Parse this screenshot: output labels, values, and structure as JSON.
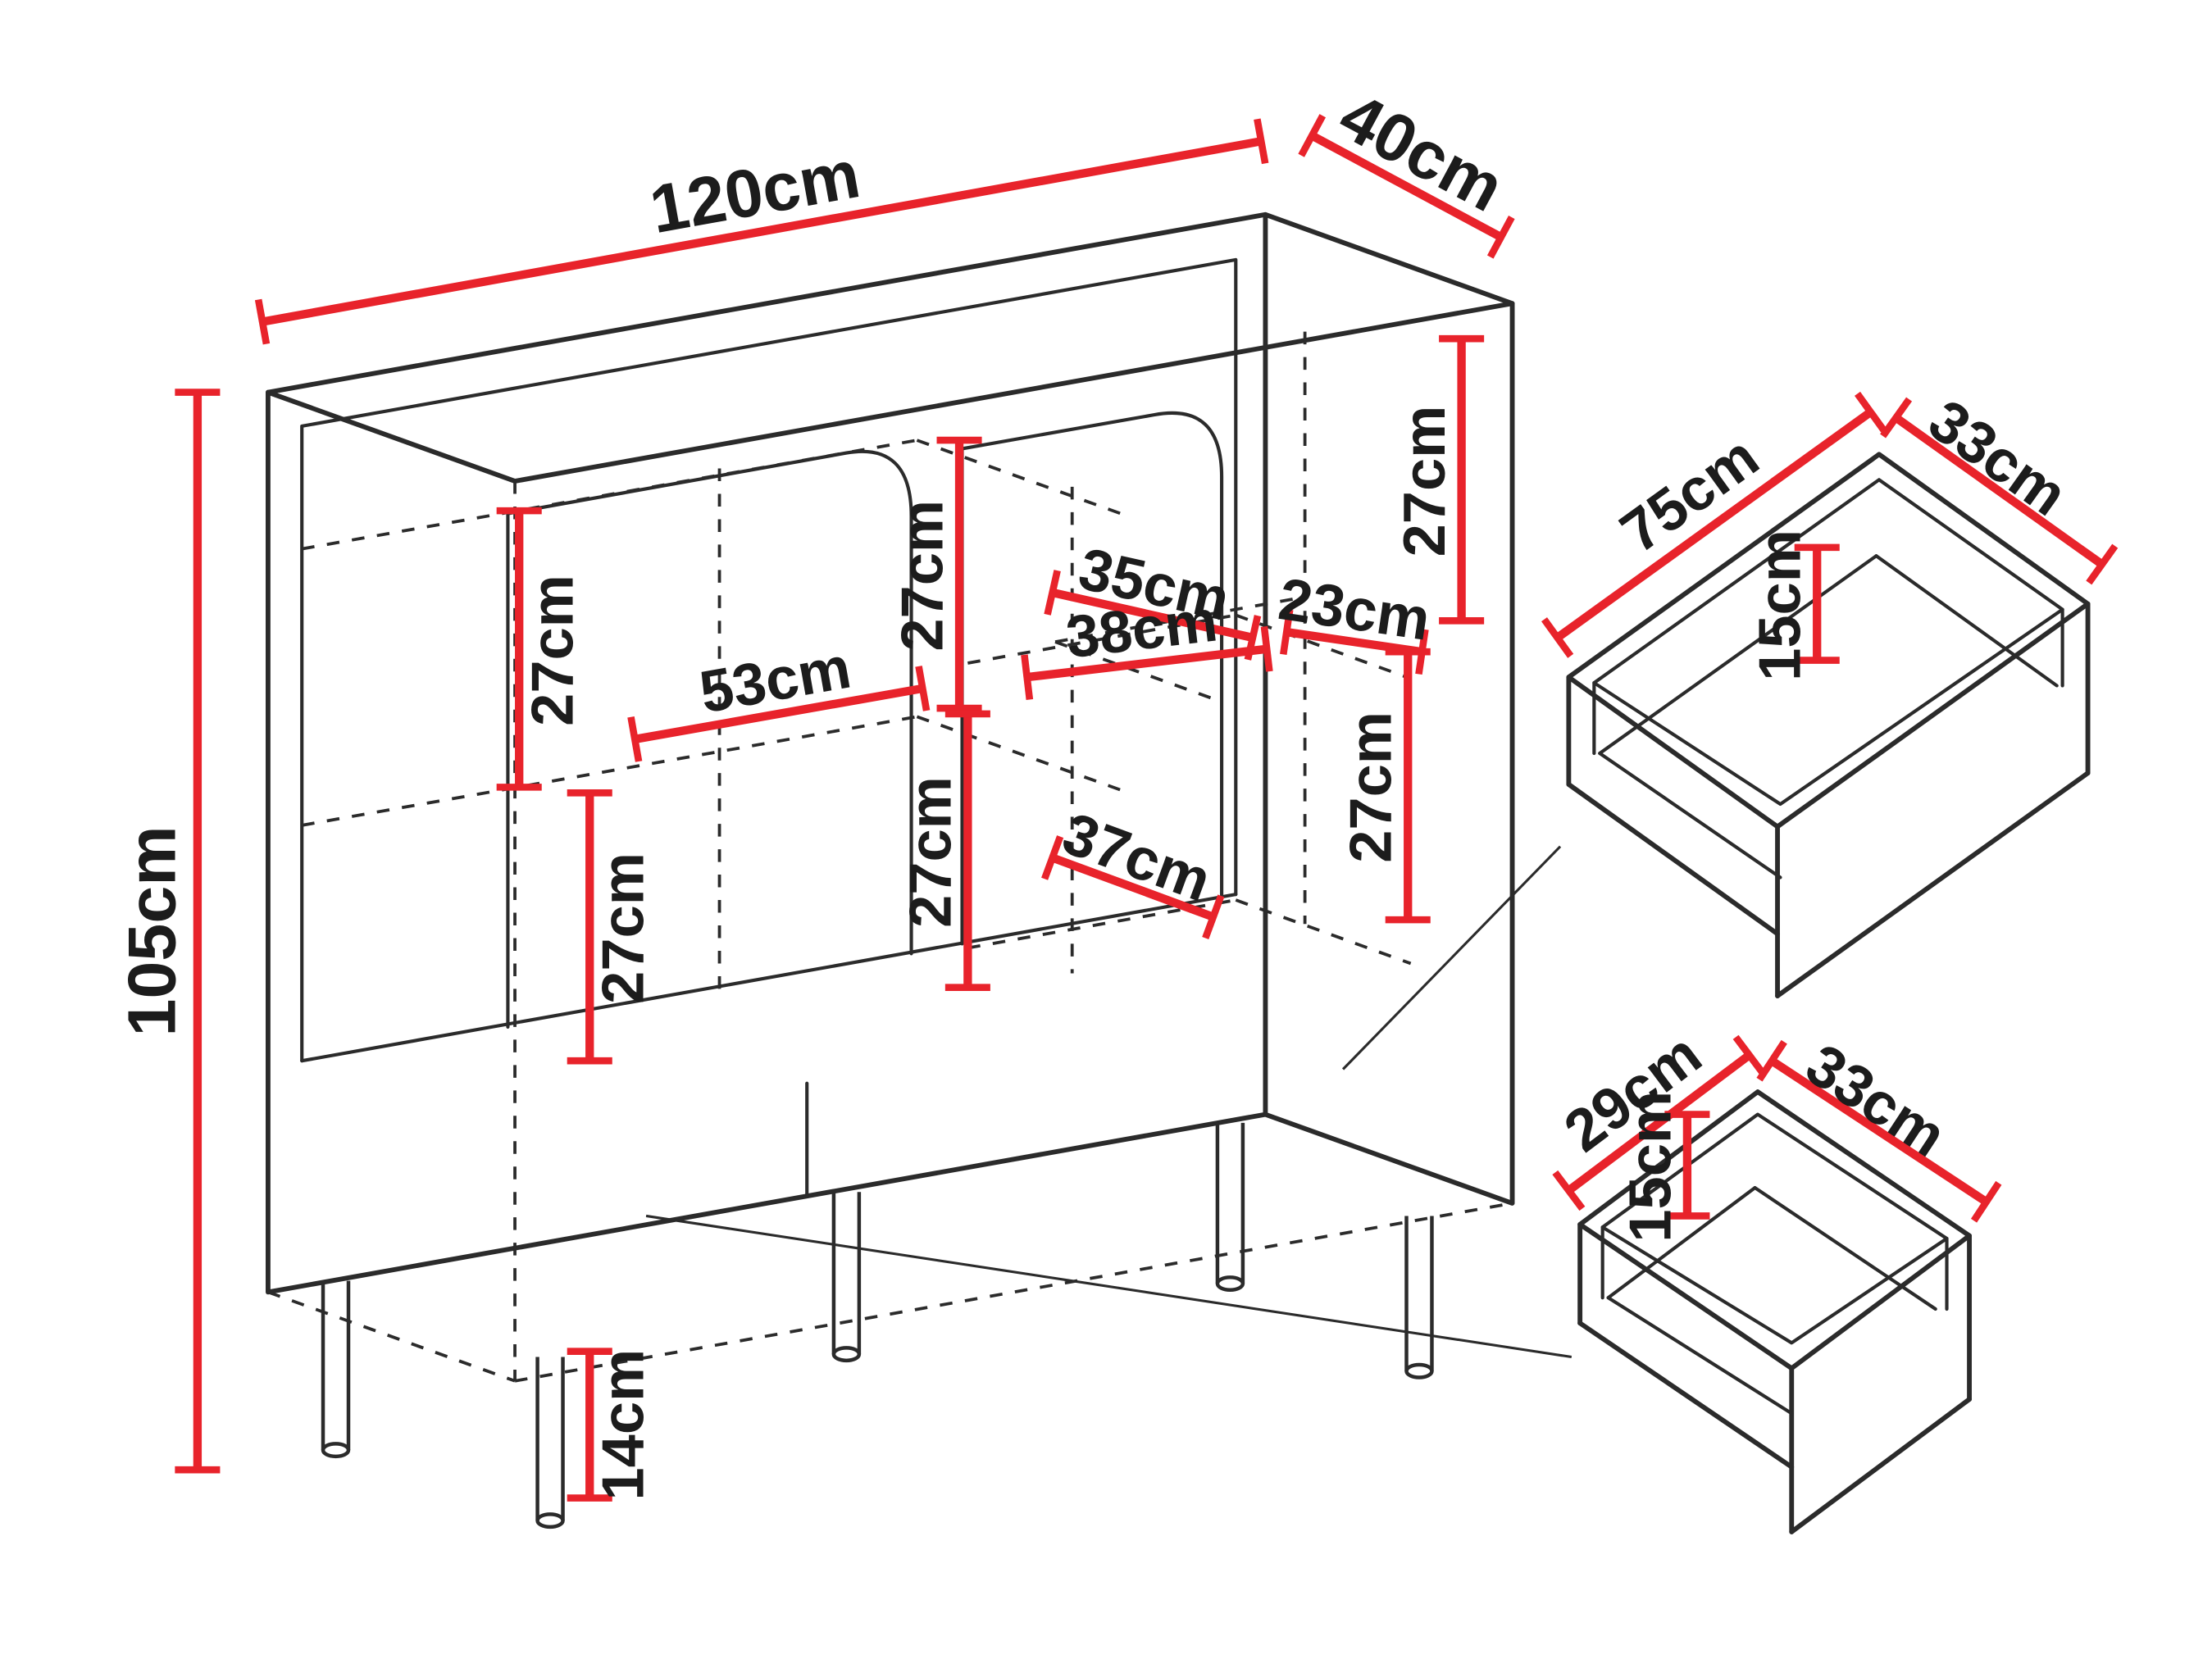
{
  "page": {
    "background": "#ffffff"
  },
  "colors": {
    "dimension_red": "#e8232b",
    "line_black": "#2b2b2b",
    "text_black": "#1c1c1c"
  },
  "cabinet": {
    "width": "120cm",
    "depth": "40cm",
    "height": "105cm",
    "leg_height": "14cm",
    "interior": {
      "left_upper_height": "27cm",
      "left_lower_height": "27cm",
      "left_shelf_width": "53cm",
      "center_upper_height": "27cm",
      "center_lower_height": "27cm",
      "upper_shelf_depth": "35cm",
      "middle_shelf_width": "38cm",
      "right_shelf_width": "23cm",
      "back_right_upper_height": "27cm",
      "back_right_lower_height": "27cm",
      "lower_shelf_depth": "37cm"
    }
  },
  "large_drawer": {
    "width": "75cm",
    "depth": "33cm",
    "height": "15cm"
  },
  "small_drawer": {
    "width": "29cm",
    "depth": "33cm",
    "height": "15cm"
  }
}
